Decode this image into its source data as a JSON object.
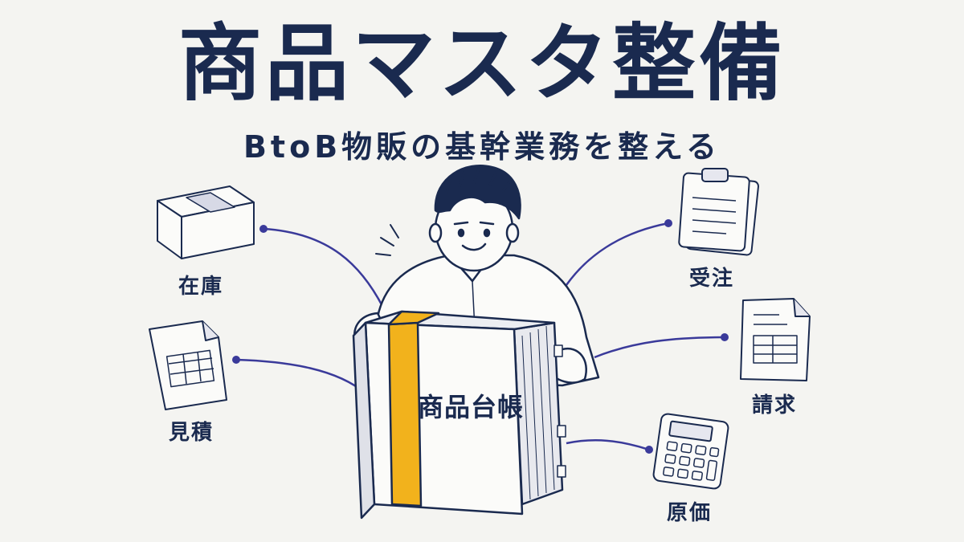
{
  "title": "商品マスタ整備",
  "subtitle": "BtoB物販の基幹業務を整える",
  "ledger_label": "商品台帳",
  "labels": {
    "inventory": "在庫",
    "estimate": "見積",
    "order": "受注",
    "billing": "請求",
    "cost": "原価"
  },
  "colors": {
    "navy": "#1a2a4f",
    "accent_line": "#3a3a9a",
    "band": "#f2b21c",
    "background": "#f4f4f1"
  },
  "icons": [
    "box-icon",
    "spreadsheet-document-icon",
    "clipboard-icon",
    "invoice-document-icon",
    "calculator-icon"
  ]
}
